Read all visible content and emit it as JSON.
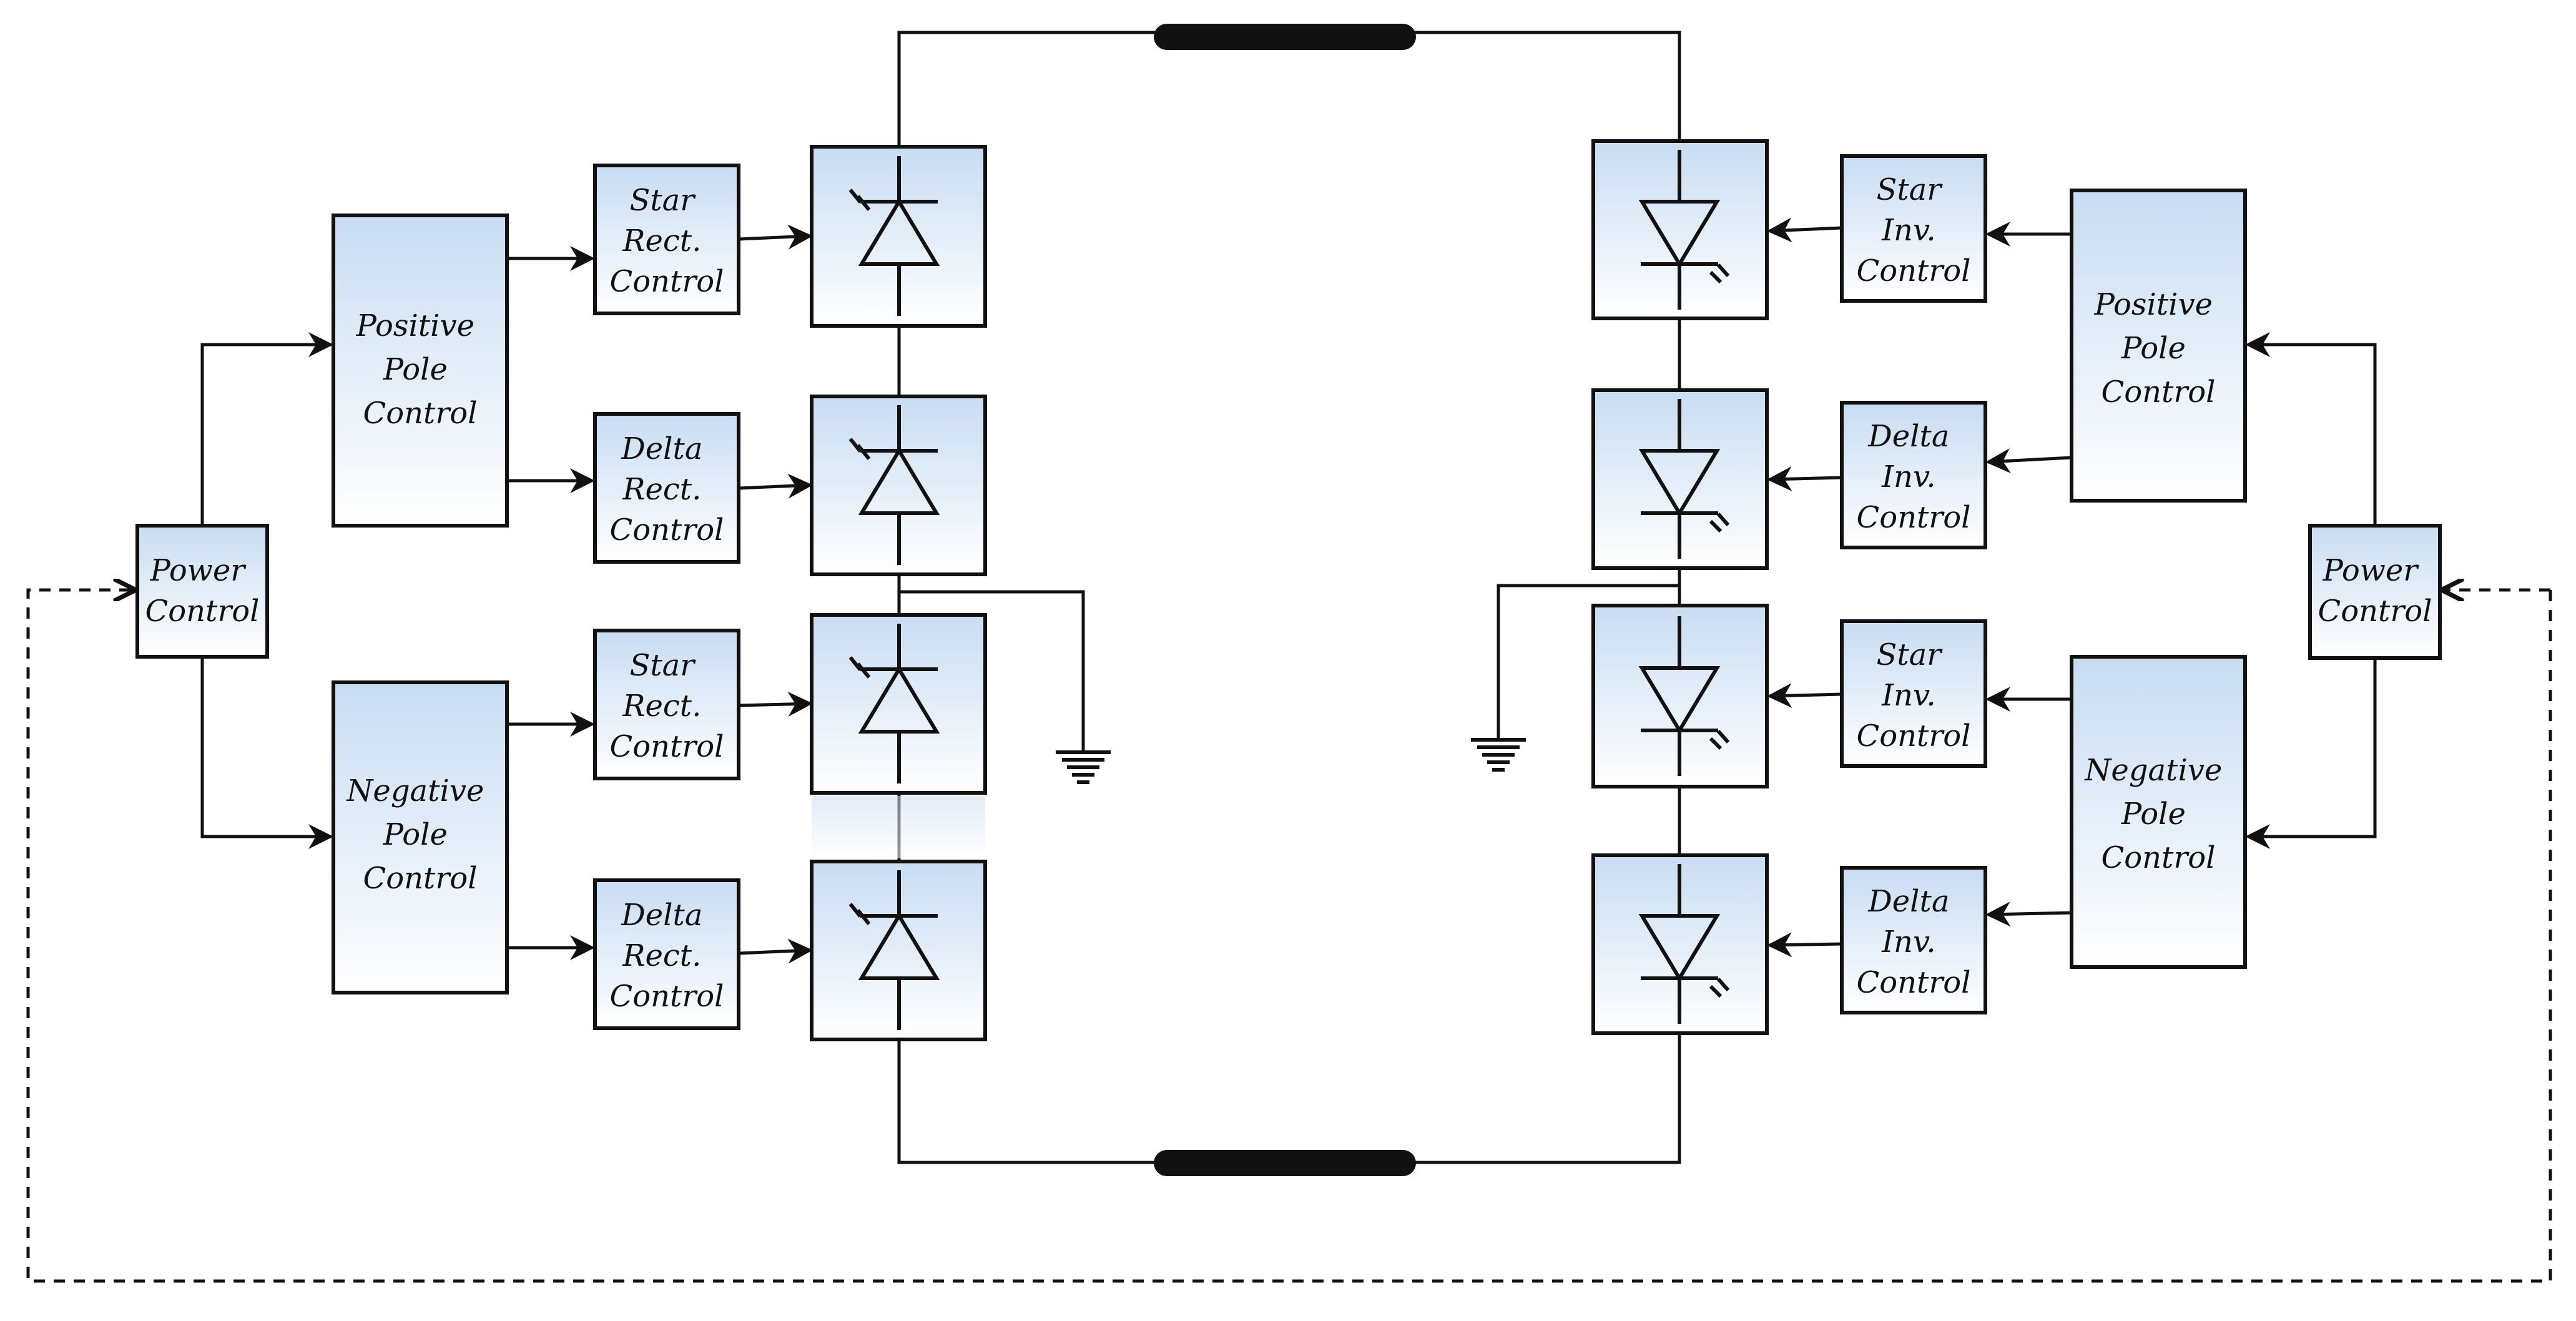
{
  "colors": {
    "line": "#111111",
    "box_fill_top": "#c8dcf2",
    "box_fill_bottom": "#ffffff",
    "cable": "#111111"
  },
  "left": {
    "power_control": [
      "Power",
      "Control"
    ],
    "positive_pole_control": [
      "Positive",
      "Pole",
      "Control"
    ],
    "negative_pole_control": [
      "Negative",
      "Pole",
      "Control"
    ],
    "star_rect_control_top": [
      "Star",
      "Rect.",
      "Control"
    ],
    "delta_rect_control_top": [
      "Delta",
      "Rect.",
      "Control"
    ],
    "star_rect_control_bottom": [
      "Star",
      "Rect.",
      "Control"
    ],
    "delta_rect_control_bottom": [
      "Delta",
      "Rect.",
      "Control"
    ]
  },
  "right": {
    "power_control": [
      "Power",
      "Control"
    ],
    "positive_pole_control": [
      "Positive",
      "Pole",
      "Control"
    ],
    "negative_pole_control": [
      "Negative",
      "Pole",
      "Control"
    ],
    "star_inv_control_top": [
      "Star",
      "Inv.",
      "Control"
    ],
    "delta_inv_control_top": [
      "Delta",
      "Inv.",
      "Control"
    ],
    "star_inv_control_bottom": [
      "Star",
      "Inv.",
      "Control"
    ],
    "delta_inv_control_bottom": [
      "Delta",
      "Inv.",
      "Control"
    ]
  },
  "icons": {
    "thyristor": "thyristor-icon",
    "ground": "ground-icon",
    "dc_cable": "dc-cable-icon"
  }
}
